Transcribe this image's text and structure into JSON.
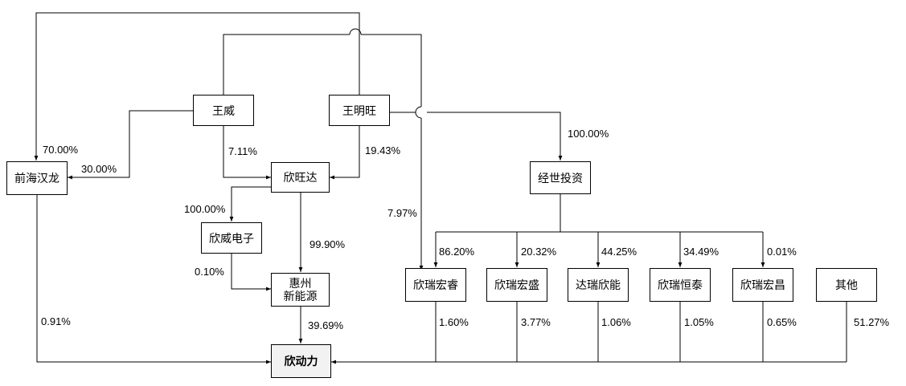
{
  "entities": {
    "wangwei": "王威",
    "wangmingwang": "王明旺",
    "qianhaihanlong": "前海汉龙",
    "xinwangda": "欣旺达",
    "jingshitouzi": "经世投资",
    "xinweidianzi": "欣威电子",
    "huizhou": "惠州\n新能源",
    "xinruihongrui": "欣瑞宏睿",
    "xinruihongsheng": "欣瑞宏盛",
    "daruixinneng": "达瑞欣能",
    "xinruihengtai": "欣瑞恒泰",
    "xinruihongchang": "欣瑞宏昌",
    "qita": "其他",
    "xindongli": "欣动力"
  },
  "stakes": {
    "wangwei_to_qianhai": "70.00%",
    "wangwei_to_xinwangda": "7.11%",
    "wangmingwang_to_qianhai": "30.00%",
    "wangmingwang_to_xinwangda": "19.43%",
    "wangmingwang_to_jingshi": "100.00%",
    "wangmingwang_to_xinruihongrui": "7.97%",
    "xinwangda_to_xinweidianzi": "100.00%",
    "xinwangda_to_huizhou": "99.90%",
    "xinweidianzi_to_huizhou": "0.10%",
    "huizhou_to_xindongli": "39.69%",
    "qianhai_to_xindongli": "0.91%",
    "jingshi_to_xinruihongrui": "86.20%",
    "jingshi_to_xinruihongsheng": "20.32%",
    "jingshi_to_daruixinneng": "44.25%",
    "jingshi_to_xinruihengtai": "34.49%",
    "jingshi_to_xinruihongchang": "0.01%",
    "xinruihongrui_to_xindongli": "1.60%",
    "xinruihongsheng_to_xindongli": "3.77%",
    "daruixinneng_to_xindongli": "1.06%",
    "xinruihengtai_to_xindongli": "1.05%",
    "xinruihongchang_to_xindongli": "0.65%",
    "qita_to_xindongli": "51.27%"
  },
  "colors": {
    "line": "#000000",
    "box_border": "#000000",
    "target_fill": "#f2f2f2"
  }
}
